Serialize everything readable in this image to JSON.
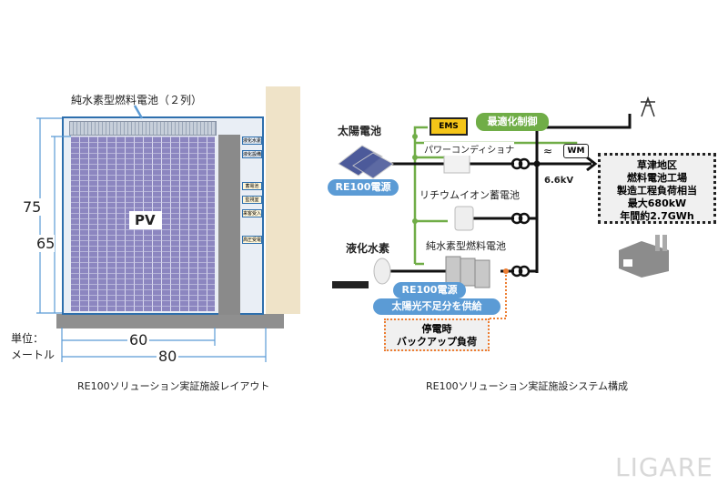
{
  "layout": {
    "fuel_cell_label": "純水素型燃料電池（２列）",
    "pv_label": "PV",
    "dim_75": "75",
    "dim_65": "65",
    "dim_60": "60",
    "dim_80": "80",
    "unit_label": "単位：",
    "unit_value": "メートル",
    "rooms": [
      "液化水素",
      "液化設備",
      "蓄電池",
      "監視室",
      "来客受入",
      "高圧受電"
    ],
    "caption": "RE100ソリューション実証施設レイアウト"
  },
  "system": {
    "solar_label": "太陽電池",
    "ems_label": "EMS",
    "optimize_label": "最適化制御",
    "pcs_label": "パワーコンディショナ",
    "re100_1": "RE100電源",
    "battery_label": "リチウムイオン蓄電池",
    "hydrogen_label": "液化水素",
    "fc_label": "純水素型燃料電池",
    "re100_2": "RE100電源",
    "supply_label": "太陽光不足分を供給",
    "backup_line1": "停電時",
    "backup_line2": "バックアップ負荷",
    "voltage": "6.6kV",
    "wm_label": "WM",
    "load_lines": [
      "草津地区",
      "燃料電池工場",
      "製造工程負荷相当",
      "最大680kW",
      "年間約2.7GWh"
    ],
    "caption": "RE100ソリューション実証施設システム構成"
  },
  "watermark": "LIGARE",
  "colors": {
    "blue": "#5b9bd5",
    "green": "#70ad47",
    "orange": "#ed7d31",
    "ems": "#f5c518"
  }
}
